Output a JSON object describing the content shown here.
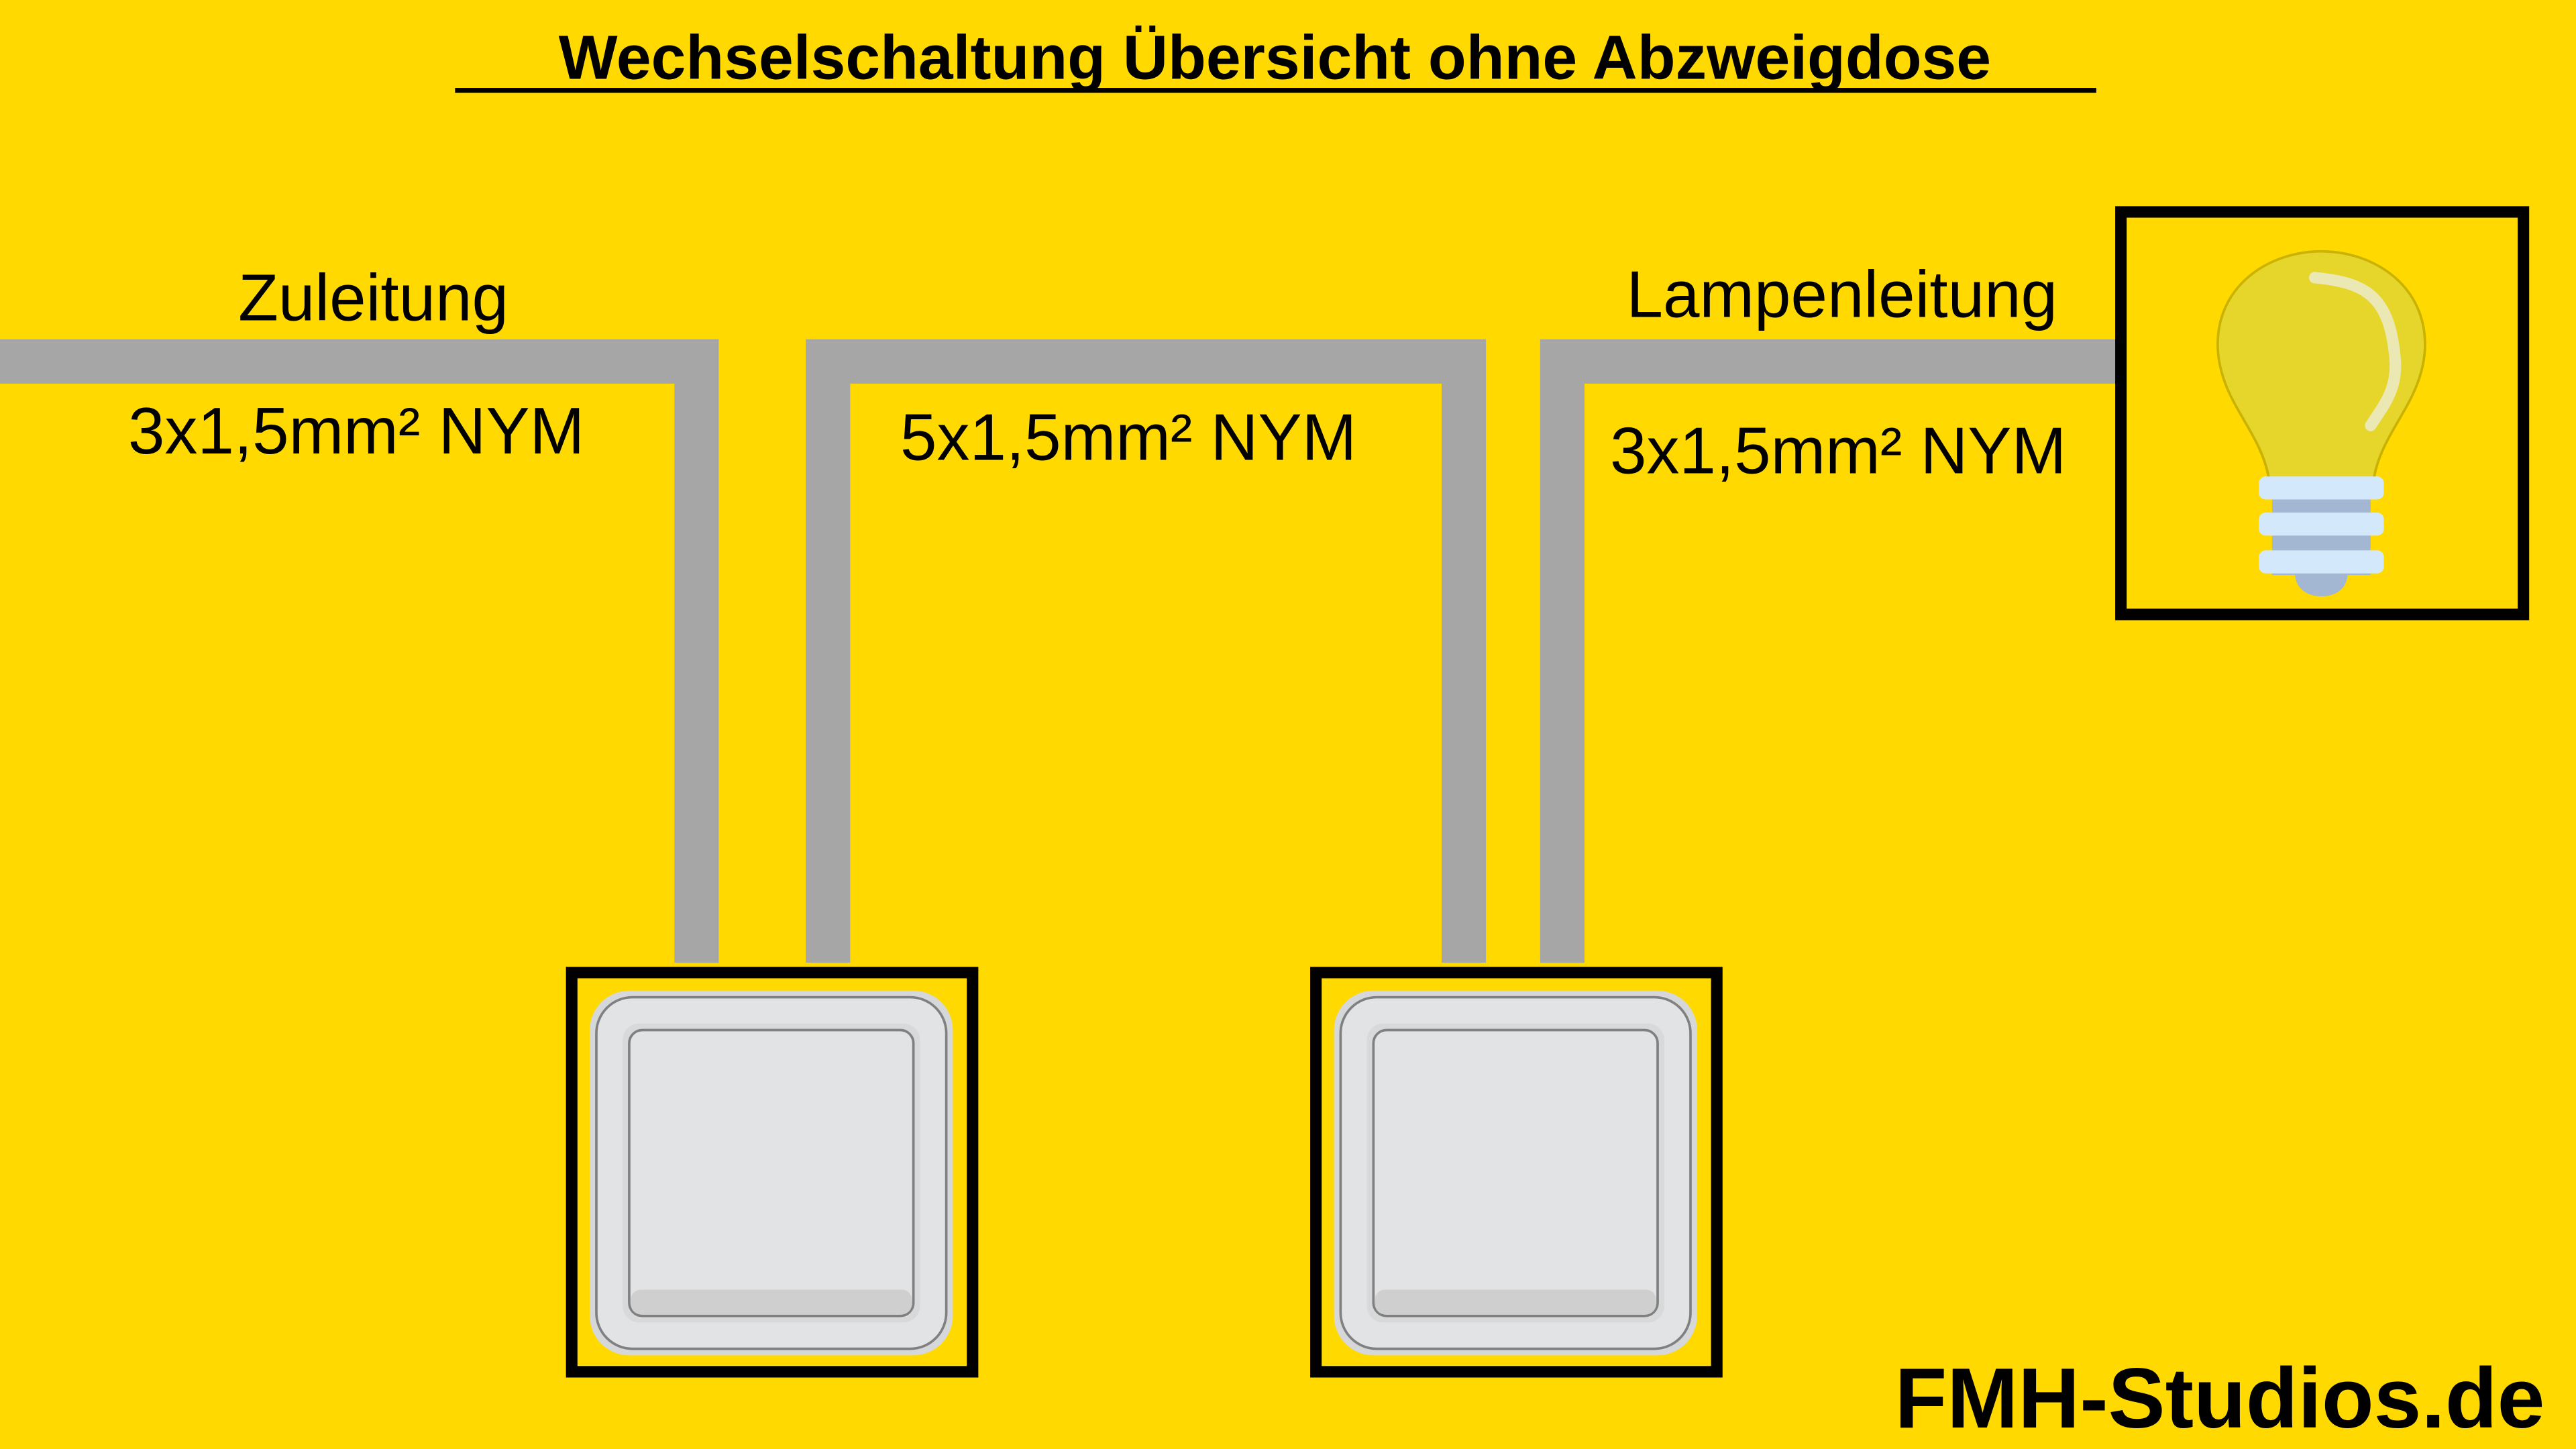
{
  "title": "Wechselschaltung Übersicht ohne Abzweigdose",
  "cables": [
    {
      "name": "Zuleitung",
      "spec": "3x1,5mm² NYM"
    },
    {
      "name": "",
      "spec": "5x1,5mm² NYM"
    },
    {
      "name": "Lampenleitung",
      "spec": "3x1,5mm² NYM"
    }
  ],
  "brand": "FMH-Studios.de",
  "colors": {
    "background": "#FFD900",
    "cable": "#A6A6A6",
    "box_border": "#000000",
    "bulb": "#E6D52B",
    "switch": "#E2E3E4"
  },
  "icons": [
    "light-bulb-icon",
    "switch-icon",
    "switch-icon"
  ]
}
